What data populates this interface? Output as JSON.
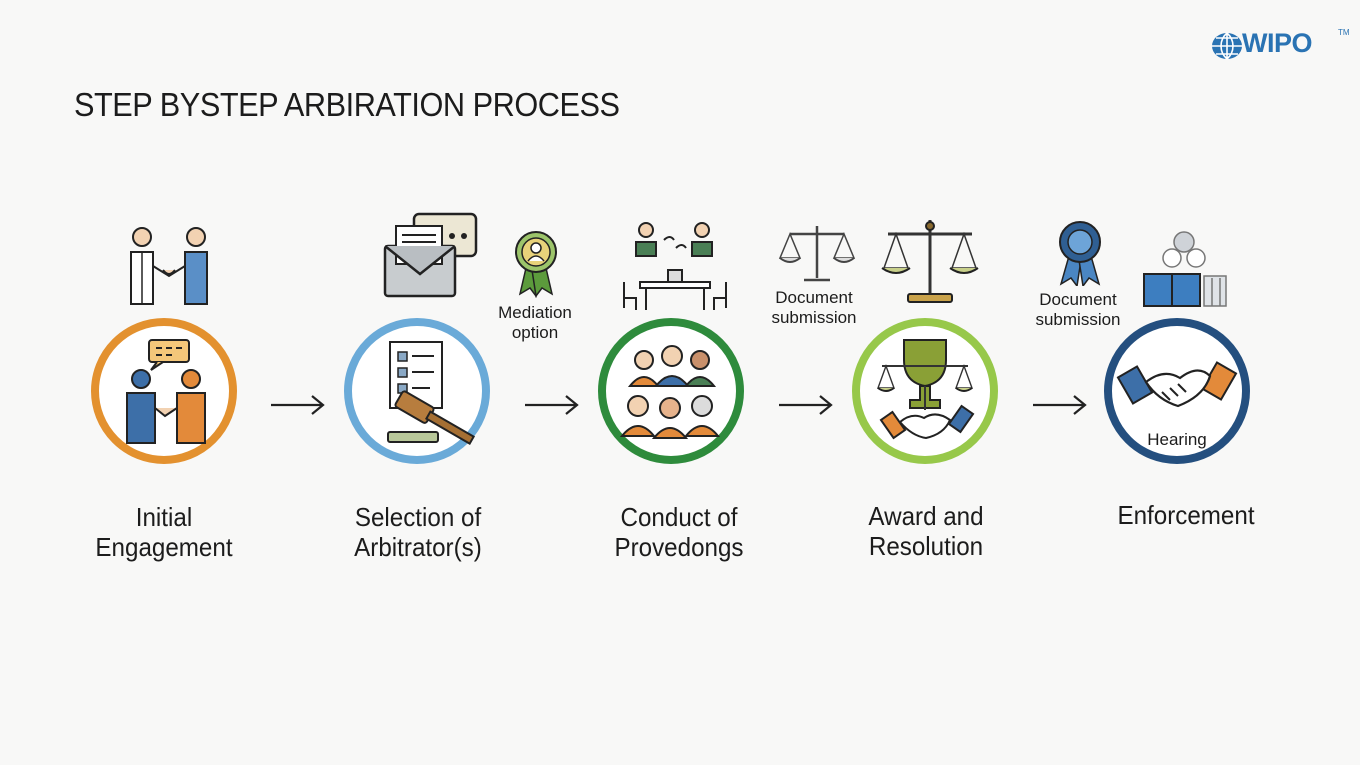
{
  "title": "STEP BYSTEP ARBIRATION PROCESS",
  "brand": {
    "name": "WIPO",
    "tm": "TM"
  },
  "colors": {
    "step1": "#e3912f",
    "step2": "#6aaad8",
    "step3": "#2e8b3c",
    "step4": "#97c84a",
    "step5": "#244f7f",
    "navy": "#244f7f",
    "blue": "#5a8fc7",
    "orange": "#e38a3a"
  },
  "steps": [
    {
      "label_line1": "Initial",
      "label_line2": "Engagement",
      "icon": "handshake-people-icon",
      "color": "#e3912f"
    },
    {
      "label_line1": "Selection of",
      "label_line2": "Arbitrator(s)",
      "icon": "gavel-document-icon",
      "color": "#6aaad8"
    },
    {
      "label_line1": "Conduct of",
      "label_line2": "Provedongs",
      "icon": "group-people-icon",
      "color": "#2e8b3c"
    },
    {
      "label_line1": "Award and",
      "label_line2": "Resolution",
      "icon": "trophy-scales-icon",
      "color": "#97c84a"
    },
    {
      "label_line1": "Enforcement",
      "label_line2": "",
      "icon": "handshake-icon",
      "color": "#244f7f",
      "inner_text": "Hearing"
    }
  ],
  "annotations": {
    "mediation": {
      "line1": "Mediation",
      "line2": "option"
    },
    "doc_submission_1": {
      "line1": "Document",
      "line2": "submission"
    },
    "doc_submission_2": {
      "line1": "Document",
      "line2": "submission"
    }
  }
}
